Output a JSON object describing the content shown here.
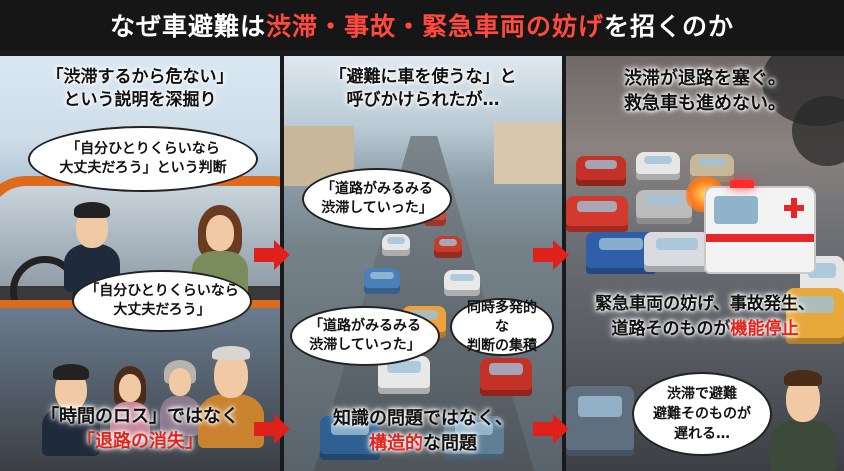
{
  "title": {
    "part1": "なぜ車避難は",
    "part2": "渋滞・事故・緊急車両の妨げ",
    "part3": "を招くのか"
  },
  "panel1": {
    "caption_top_line1": "「渋滞するから危ない」",
    "caption_top_line2": "という説明を深掘り",
    "bubble1_line1": "「自分ひとりくらいなら",
    "bubble1_line2": "大丈夫だろう」という判断",
    "bubble2_line1": "「自分ひとりくらいなら",
    "bubble2_line2": "大丈夫だろう」",
    "caption_bottom_line1": "「時間のロス」ではなく",
    "caption_bottom_line2": "「退路の消失」"
  },
  "panel2": {
    "caption_top_line1": "「避難に車を使うな」と",
    "caption_top_line2": "呼びかけられたが…",
    "bubble1_line1": "「道路がみるみる",
    "bubble1_line2": "渋滞していった」",
    "bubble2_line1": "「道路がみるみる",
    "bubble2_line2": "渋滞していった」",
    "bubble3_line1": "同時多発的な",
    "bubble3_line2": "判断の集積",
    "caption_bottom_line1": "知識の問題ではなく、",
    "caption_bottom_red": "構造的",
    "caption_bottom_tail": "な問題"
  },
  "panel3": {
    "caption_top_a": "渋滞",
    "caption_top_b": "が",
    "caption_top_c": "退路を塞ぐ。",
    "caption_top_line2": "救急車も進めない。",
    "caption_mid_line1": "緊急車両の妨げ、事故発生、",
    "caption_mid_line2a": "道路そのものが",
    "caption_mid_line2b": "機能停止",
    "bubble_line1": "渋滞で避難",
    "bubble_line2": "避難そのものが",
    "bubble_line3": "遅れる…"
  },
  "colors": {
    "accent_red": "#e3241c",
    "title_red": "#ff4a3d",
    "arrow_red": "#e0201a"
  }
}
